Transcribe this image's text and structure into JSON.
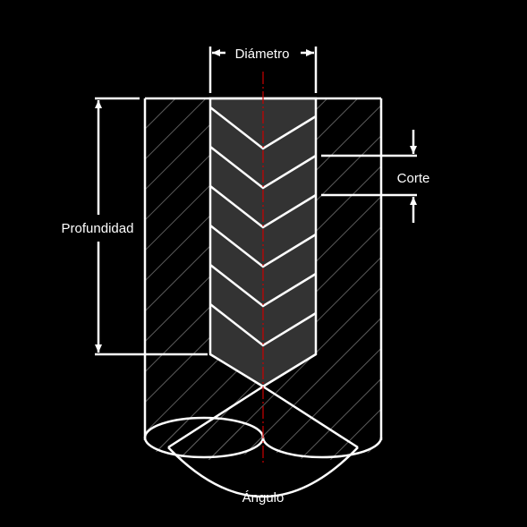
{
  "labels": {
    "diameter": "Diámetro",
    "depth": "Profundidad",
    "cut": "Corte",
    "angle": "Ángulo"
  },
  "colors": {
    "background": "#000000",
    "line": "#ffffff",
    "hatch": "#5a5a5a",
    "drill_fill": "#333333",
    "axis": "#cc0000"
  }
}
